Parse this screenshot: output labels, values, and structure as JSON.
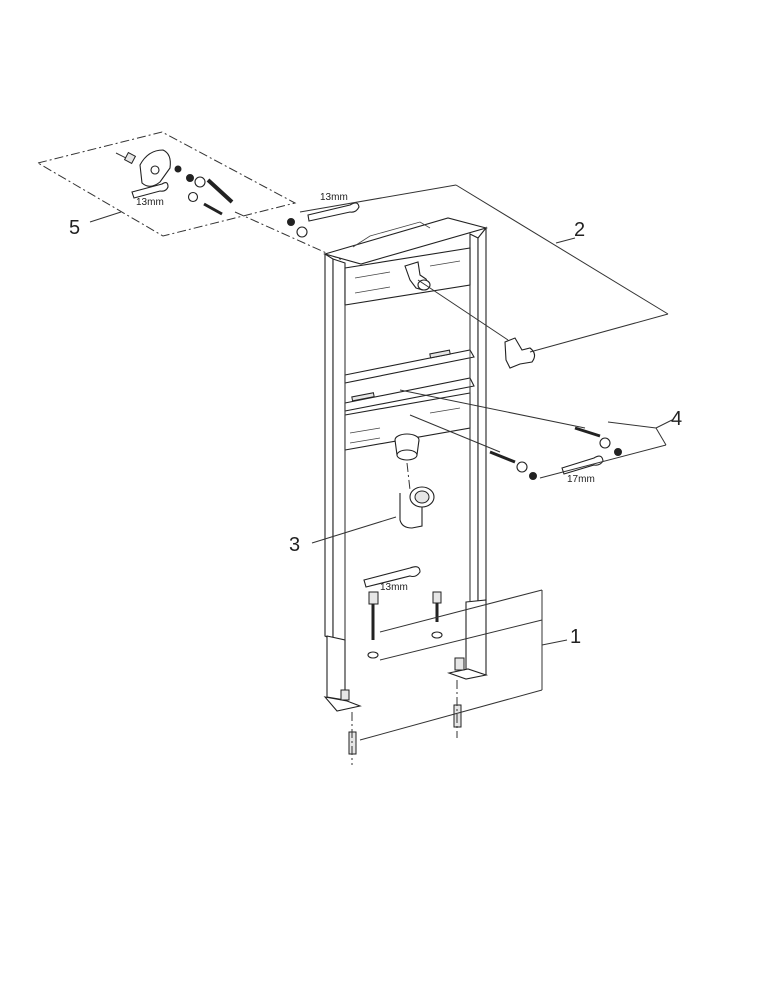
{
  "callouts": [
    "1",
    "2",
    "3",
    "4",
    "5"
  ],
  "dimensions": {
    "wrench_top": "13mm",
    "wrench_kit5": "13mm",
    "wrench_kit4": "17mm",
    "wrench_feet": "13mm"
  },
  "colors": {
    "ink": "#222222",
    "background": "#ffffff"
  }
}
